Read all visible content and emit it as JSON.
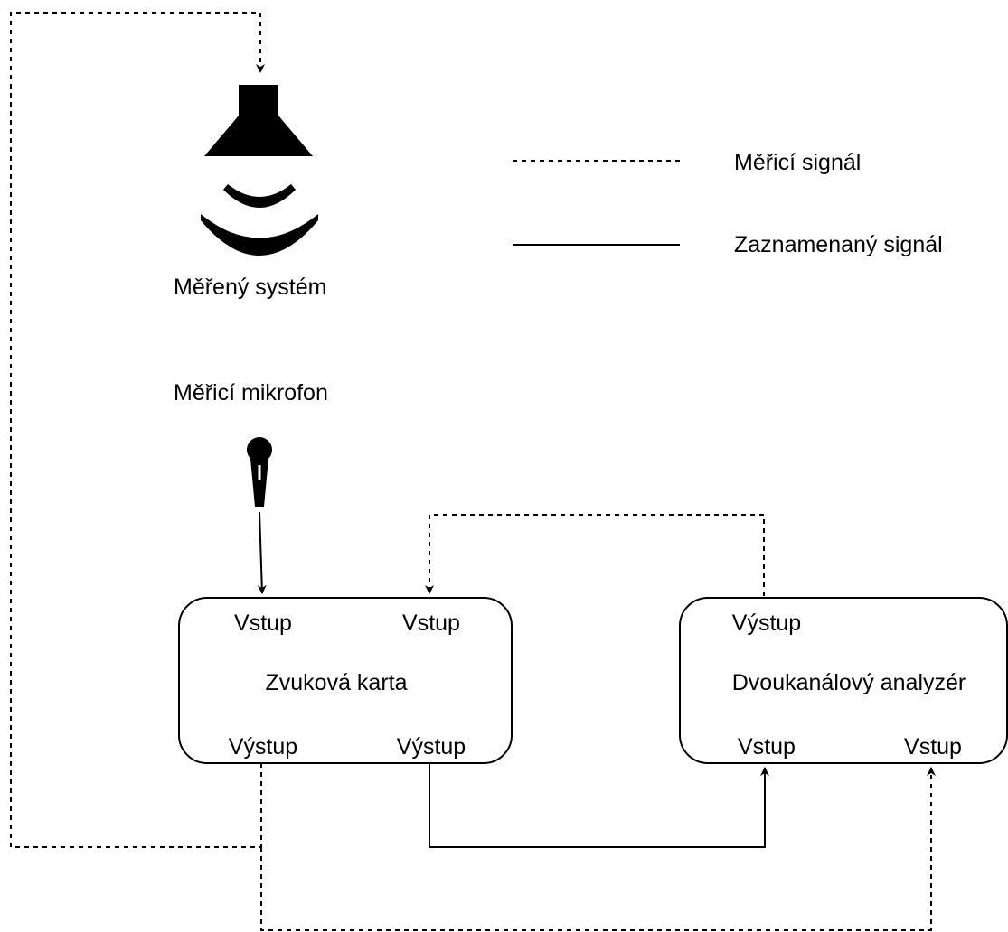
{
  "legend": {
    "measuring_signal": "Měřicí signál",
    "recorded_signal": "Zaznamenaný signál"
  },
  "speaker": {
    "label": "Měřený systém",
    "icon": "speaker-icon"
  },
  "microphone": {
    "label": "Měřicí mikrofon",
    "icon": "microphone-icon"
  },
  "sound_card": {
    "title": "Zvuková karta",
    "input_left": "Vstup",
    "input_right": "Vstup",
    "output_left": "Výstup",
    "output_right": "Výstup"
  },
  "analyzer": {
    "title": "Dvoukanálový analyzér",
    "output": "Výstup",
    "input_left": "Vstup",
    "input_right": "Vstup"
  },
  "colors": {
    "line": "#000000",
    "background": "#ffffff"
  }
}
